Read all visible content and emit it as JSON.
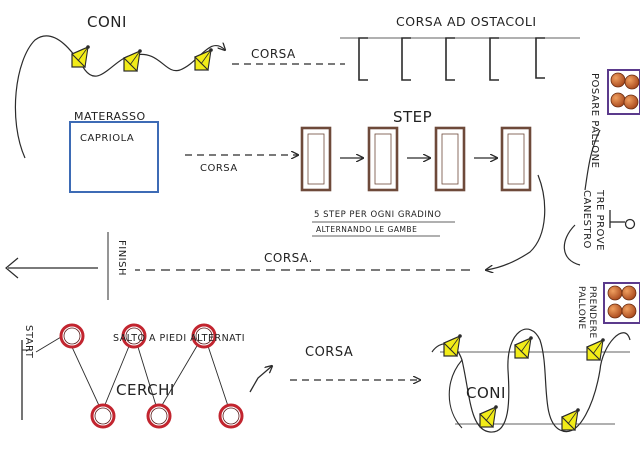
{
  "labels": {
    "coni_top": "CONI",
    "corsa_top": "CORSA",
    "corsa_ostacoli": "CORSA AD OSTACOLI",
    "posare_pallone": "POSARE PALLONE",
    "materasso": "MATERASSO",
    "capriola": "CAPRIOLA",
    "corsa_mid": "CORSA",
    "step": "STEP",
    "step_note_1": "5 STEP PER OGNI GRADINO",
    "step_note_2": "ALTERNANDO LE GAMBE",
    "tre_prove_canestro": "TRE PROVE CANESTRO",
    "finish": "FINISH",
    "corsa_finish": "CORSA.",
    "prendere_pallone": "PRENDERE PALLONE",
    "start": "START",
    "salto": "SALTO A PIEDI ALTERNATI",
    "cerchi": "CERCHI",
    "corsa_bottom": "CORSA",
    "coni_bottom": "CONI"
  },
  "colors": {
    "ink": "#2b2b2b",
    "cone_fill": "#f2ec18",
    "mat_border": "#3d6bb5",
    "step_border": "#6e4a3a",
    "hoop_red": "#c2252f",
    "box_purple": "#5b3a8c",
    "ball_orange": "#c8662a"
  }
}
